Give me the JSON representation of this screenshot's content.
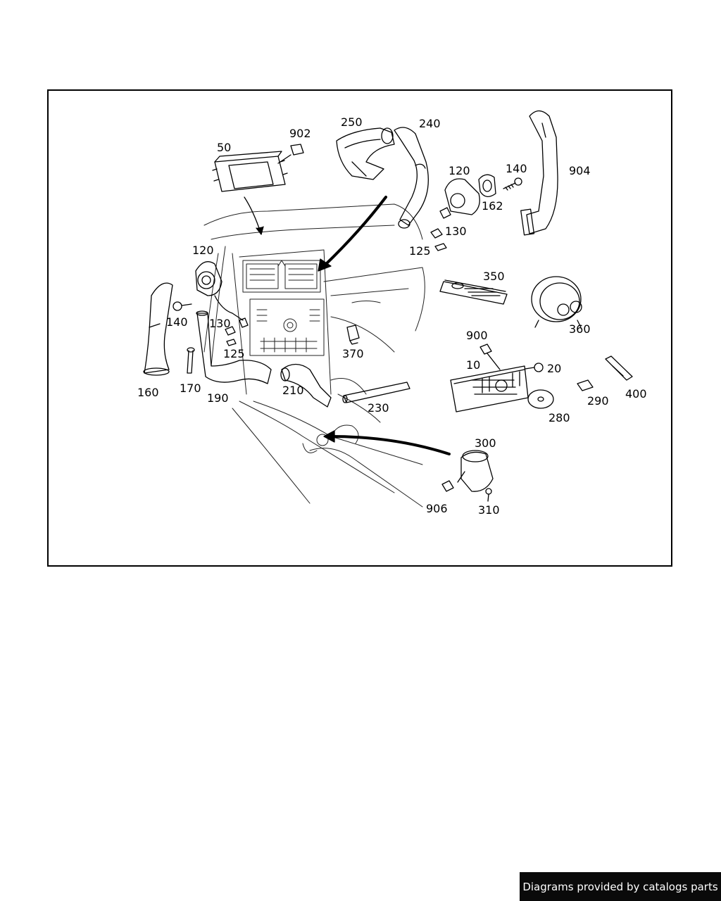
{
  "callouts": [
    {
      "id": "50",
      "text": "50"
    },
    {
      "id": "902",
      "text": "902"
    },
    {
      "id": "250",
      "text": "250"
    },
    {
      "id": "240",
      "text": "240"
    },
    {
      "id": "120a",
      "text": "120"
    },
    {
      "id": "140a",
      "text": "140"
    },
    {
      "id": "904",
      "text": "904"
    },
    {
      "id": "162",
      "text": "162"
    },
    {
      "id": "130a",
      "text": "130"
    },
    {
      "id": "125a",
      "text": "125"
    },
    {
      "id": "120b",
      "text": "120"
    },
    {
      "id": "350",
      "text": "350"
    },
    {
      "id": "360",
      "text": "360"
    },
    {
      "id": "140b",
      "text": "140"
    },
    {
      "id": "130b",
      "text": "130"
    },
    {
      "id": "125b",
      "text": "125"
    },
    {
      "id": "370",
      "text": "370"
    },
    {
      "id": "900",
      "text": "900"
    },
    {
      "id": "10",
      "text": "10"
    },
    {
      "id": "20",
      "text": "20"
    },
    {
      "id": "160",
      "text": "160"
    },
    {
      "id": "170",
      "text": "170"
    },
    {
      "id": "190",
      "text": "190"
    },
    {
      "id": "210",
      "text": "210"
    },
    {
      "id": "230",
      "text": "230"
    },
    {
      "id": "290",
      "text": "290"
    },
    {
      "id": "400",
      "text": "400"
    },
    {
      "id": "280",
      "text": "280"
    },
    {
      "id": "300",
      "text": "300"
    },
    {
      "id": "906",
      "text": "906"
    },
    {
      "id": "310",
      "text": "310"
    }
  ],
  "credit": "Diagrams provided by catalogs parts"
}
